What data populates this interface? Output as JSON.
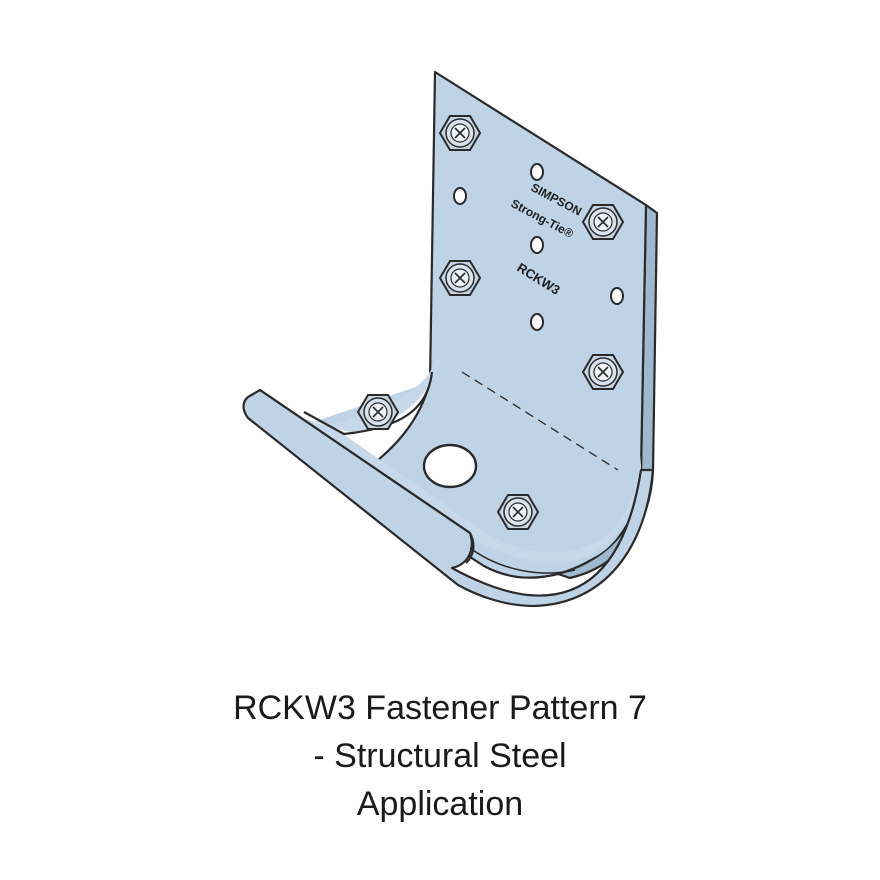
{
  "bracket": {
    "brand_line_1": "SIMPSON",
    "brand_line_2": "Strong-Tie®",
    "model_stamp": "RCKW3"
  },
  "caption": {
    "line_1": "RCKW3 Fastener Pattern 7",
    "line_2": "- Structural Steel",
    "line_3": "Application"
  },
  "colors": {
    "steel_fill": "#bfd3e7",
    "steel_edge": "#9fb8cf",
    "outline": "#2a2a2a"
  }
}
